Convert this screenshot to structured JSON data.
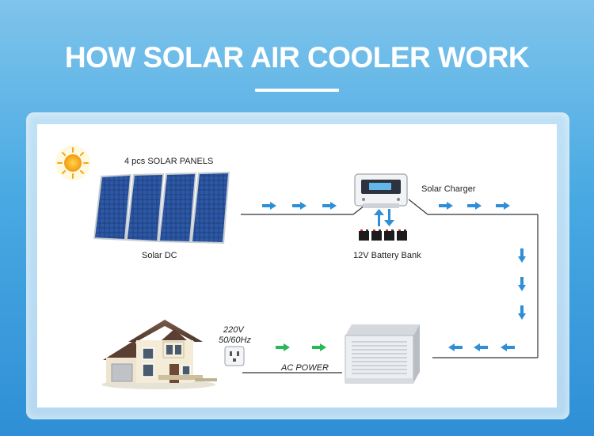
{
  "title": "HOW SOLAR AIR COOLER WORK",
  "labels": {
    "solar_panels": "4 pcs SOLAR PANELS",
    "solar_dc": "Solar DC",
    "solar_charger": "Solar Charger",
    "battery_bank": "12V Battery Bank",
    "voltage": "220V",
    "frequency": "50/60Hz",
    "ac_power": "AC POWER"
  },
  "colors": {
    "flow_arrow": "#2f8fd6",
    "ac_arrow": "#28b85a",
    "line": "#333333"
  }
}
